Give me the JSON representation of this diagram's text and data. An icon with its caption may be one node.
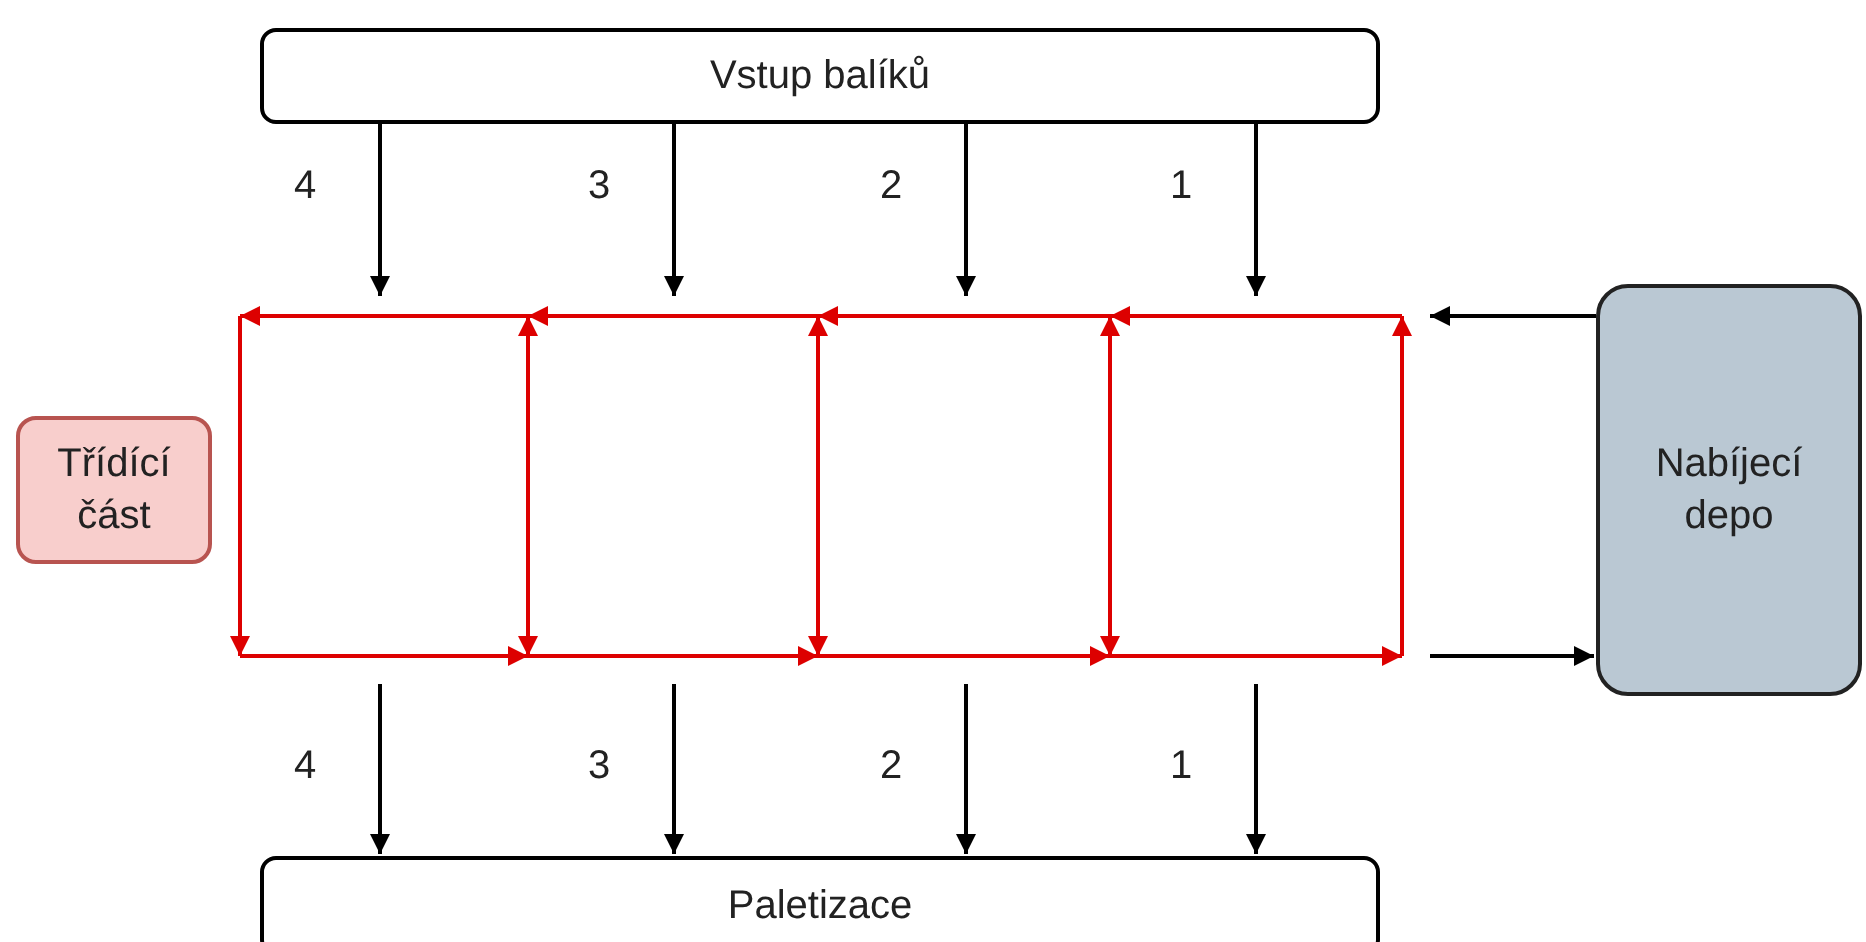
{
  "diagram": {
    "nodes": [
      {
        "text": [
          "Vstup balíků"
        ]
      },
      {
        "text": [
          "Třídící část"
        ]
      },
      {
        "text": [
          "Nabíjecí depo"
        ]
      },
      {
        "text": [
          "Paletizace"
        ]
      }
    ],
    "edges": [
      {
        "from": 0,
        "to": null,
        "arrow": "to",
        "label": "4"
      },
      {
        "from": 0,
        "to": null,
        "arrow": "to",
        "label": "3"
      },
      {
        "from": 0,
        "to": null,
        "arrow": "to",
        "label": "2"
      },
      {
        "from": 0,
        "to": null,
        "arrow": "to",
        "label": "1"
      },
      {
        "from": 2,
        "to": null,
        "arrow": "to"
      },
      {
        "from": null,
        "to": 2,
        "arrow": "to"
      },
      {
        "from": null,
        "to": 3,
        "arrow": "to",
        "label": "4"
      },
      {
        "from": null,
        "to": 3,
        "arrow": "to",
        "label": "3"
      },
      {
        "from": null,
        "to": 3,
        "arrow": "to",
        "label": "2"
      },
      {
        "from": null,
        "to": 3,
        "arrow": "to",
        "label": "1"
      }
    ]
  }
}
